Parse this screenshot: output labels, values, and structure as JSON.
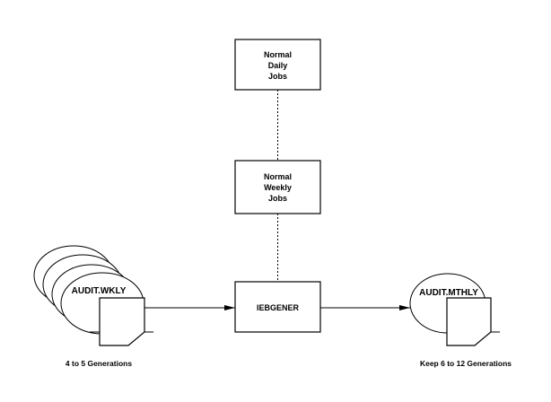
{
  "diagram": {
    "colors": {
      "stroke": "#000000",
      "background": "#ffffff"
    },
    "boxes": {
      "daily": {
        "lines": [
          "Normal",
          "Daily",
          "Jobs"
        ]
      },
      "weekly": {
        "lines": [
          "Normal",
          "Weekly",
          "Jobs"
        ]
      },
      "iebgener": {
        "lines": [
          "IEBGENER"
        ]
      }
    },
    "datasets": {
      "weekly": {
        "label": "AUDIT.WKLY",
        "caption": "4 to 5 Generations",
        "stacked_generations_drawn": 4
      },
      "monthly": {
        "label": "AUDIT.MTHLY",
        "caption": "Keep 6 to 12 Generations"
      }
    },
    "connections": [
      {
        "from": "daily",
        "to": "weekly",
        "style": "dotted"
      },
      {
        "from": "weekly",
        "to": "iebgener",
        "style": "dotted"
      },
      {
        "from": "weekly-dataset",
        "to": "iebgener",
        "style": "arrow"
      },
      {
        "from": "iebgener",
        "to": "monthly-dataset",
        "style": "arrow"
      }
    ]
  }
}
